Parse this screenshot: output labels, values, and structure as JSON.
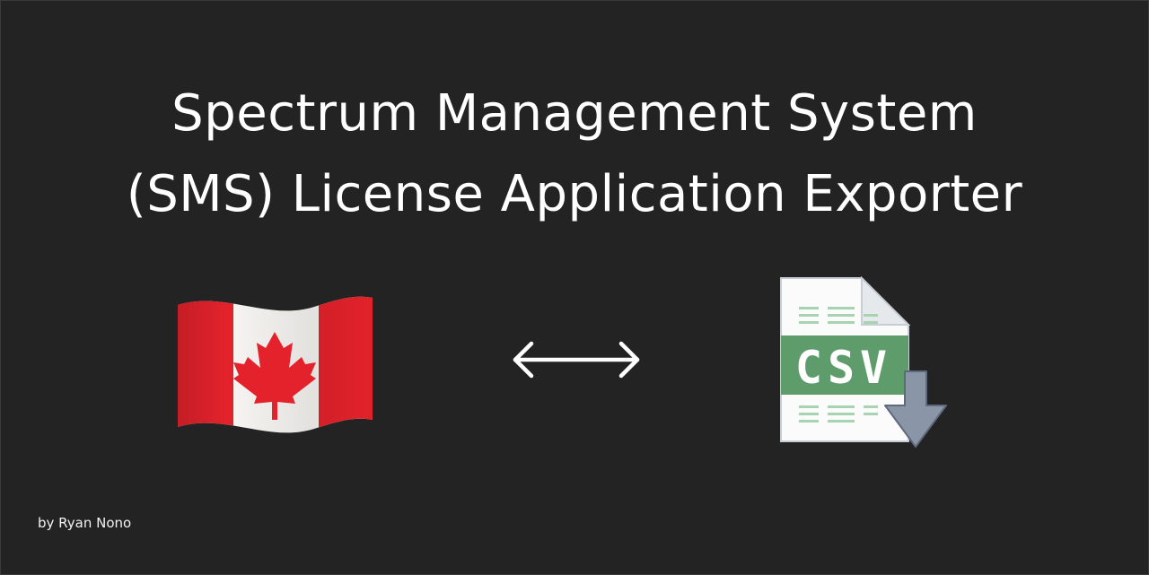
{
  "banner": {
    "title_line1": "Spectrum Management System",
    "title_line2": "(SMS) License Application Exporter",
    "csv_label": "CSV",
    "byline": "by Ryan Nono"
  },
  "icons": {
    "left": "canada-flag-icon",
    "middle": "double-arrow-icon",
    "right": "csv-file-download-icon"
  },
  "colors": {
    "background": "#232323",
    "text": "#ffffff",
    "flag_red": "#e3222b",
    "csv_green": "#5e9c6b",
    "download_arrow": "#8a96a8"
  }
}
